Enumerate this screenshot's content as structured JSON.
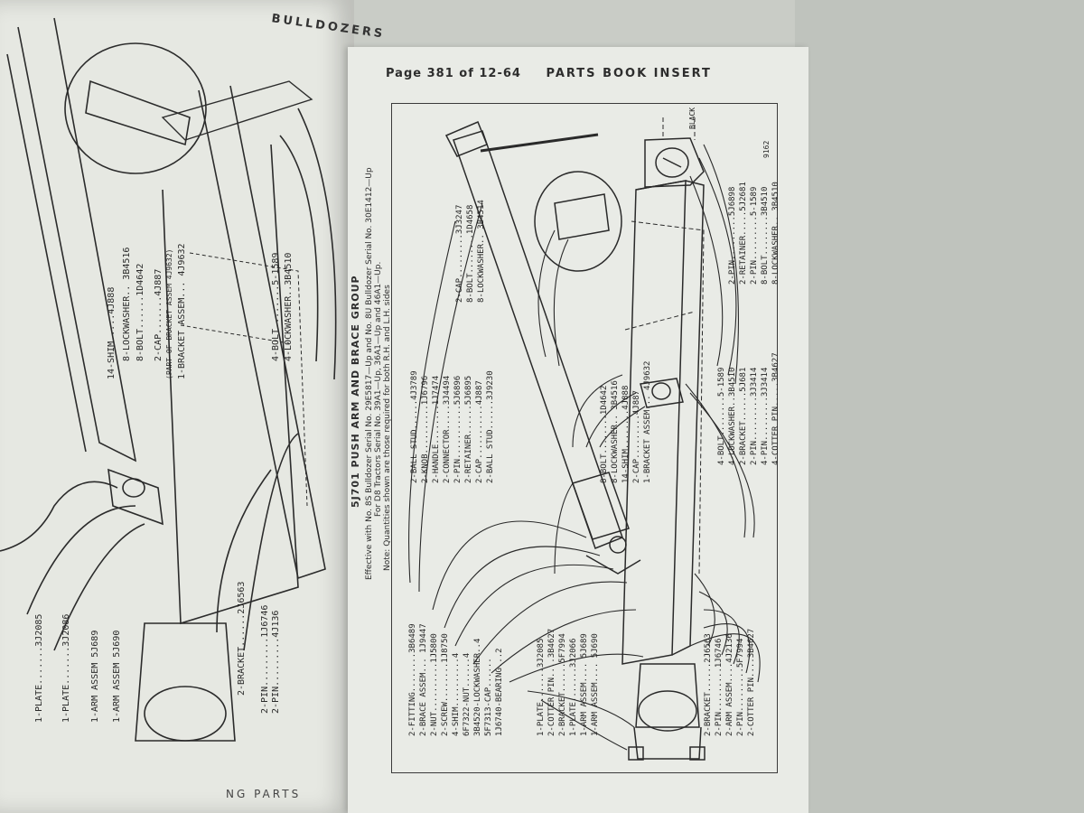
{
  "left_page": {
    "header": "BULLDOZERS",
    "footer": "NG PARTS",
    "labels": [
      "8-BOLT......1D4642",
      "8-LOCKWASHER.. 3B4516",
      "14-SHIM.....4J888",
      "2-CAP.......4J887",
      "(PART OF BRACKET ASSEM 4J9632)",
      "1-BRACKET ASSEM... 4J9632",
      "1-PLATE.......3J2085",
      "1-PLATE.......3J2086",
      "1-ARM ASSEM 5J689",
      "1-ARM ASSEM 5J690",
      "2-BRACKET......2J6563",
      "2-PIN.........4J136",
      "2-PIN.........1J6746",
      "4-BOLT........5-1589",
      "4-LOCKWASHER..3B4510"
    ]
  },
  "right_page": {
    "page_number": "Page 381 of 12-64",
    "header_title": "PARTS BOOK INSERT",
    "caption": {
      "title": "5J701 PUSH ARM AND BRACE GROUP",
      "line1": "Effective with No. 8S Bulldozer Serial No. 29E5817—Up and No. 8U Bulldozer Serial No. 30E1412—Up",
      "line2": "For D8 Tractors Serial No. 39A1—Up, 36A1—Up and 46A1—Up.",
      "line3": "Note: Quantities shown are those required for both R.H. and L.H. sides"
    },
    "parts_left": [
      "2-FITTING........3B6489",
      "2-BRACE ASSEM... 1J9447",
      "2-NUT..........1J5800",
      "2-SCREW........1J8750",
      "4-SHIM..........4",
      "6F7322-NUT......4",
      "3B4520-LOCKWASHER..4",
      "5F7313-CAP......",
      "1J6740-BEARING...2"
    ],
    "parts_mid": [
      "2-BALL STUD......4J3789",
      "2-KNOB..........1J6796",
      "2-HANDLE........1J7474",
      "2-CONNECTOR.....3J4494",
      "2-PIN...........5J6896",
      "2-RETAINER......5J6895",
      "2-CAP...........4J887",
      "2-BALL STUD......3J9230"
    ],
    "parts_top": [
      "2-CAP.........3J3247",
      "8-BOLT........1D4658",
      "8-LOCKWASHER.. 3B4514",
      "2-PIN.........5J6898",
      "2-RETAINER.....5J2681",
      "2-PIN.........5-1589",
      "8-BOLT........3B4510",
      "8-LOCKWASHER.. 3B4510"
    ],
    "parts_bracket": [
      "8-BOLT........1D4642",
      "8-LOCKWASHER.. 3B4516",
      "14-SHIM........4J888",
      "2-CAP.........4J887",
      "1-BRACKET ASSEM... 4J9632"
    ],
    "parts_right": [
      "4-BOLT........5-1589",
      "4-LOCKWASHER..3B4510",
      "2-BRACKET......5J681",
      "2-PIN.........3J3414",
      "4-PIN.........3J3414",
      "4-COTTER PIN.....3B4627"
    ],
    "parts_bottom_left": [
      "1-PLATE.......3J2085",
      "2-COTTER PIN....3B4627",
      "2-BRACKET......5F7994",
      "1-PLATE.......3J2066",
      "1-ARM ASSEM.... 5J689",
      "1-ARM ASSEM.... 5J690"
    ],
    "parts_bottom_right": [
      "2-BRACKET......2J6563",
      "2-PIN.........1J6746",
      "2-ARM ASSEM....4J2136",
      "2-PIN.........5F7994",
      "2-COTTER PIN....3B4627"
    ],
    "small_labels": [
      "BLACK",
      "9162"
    ]
  }
}
